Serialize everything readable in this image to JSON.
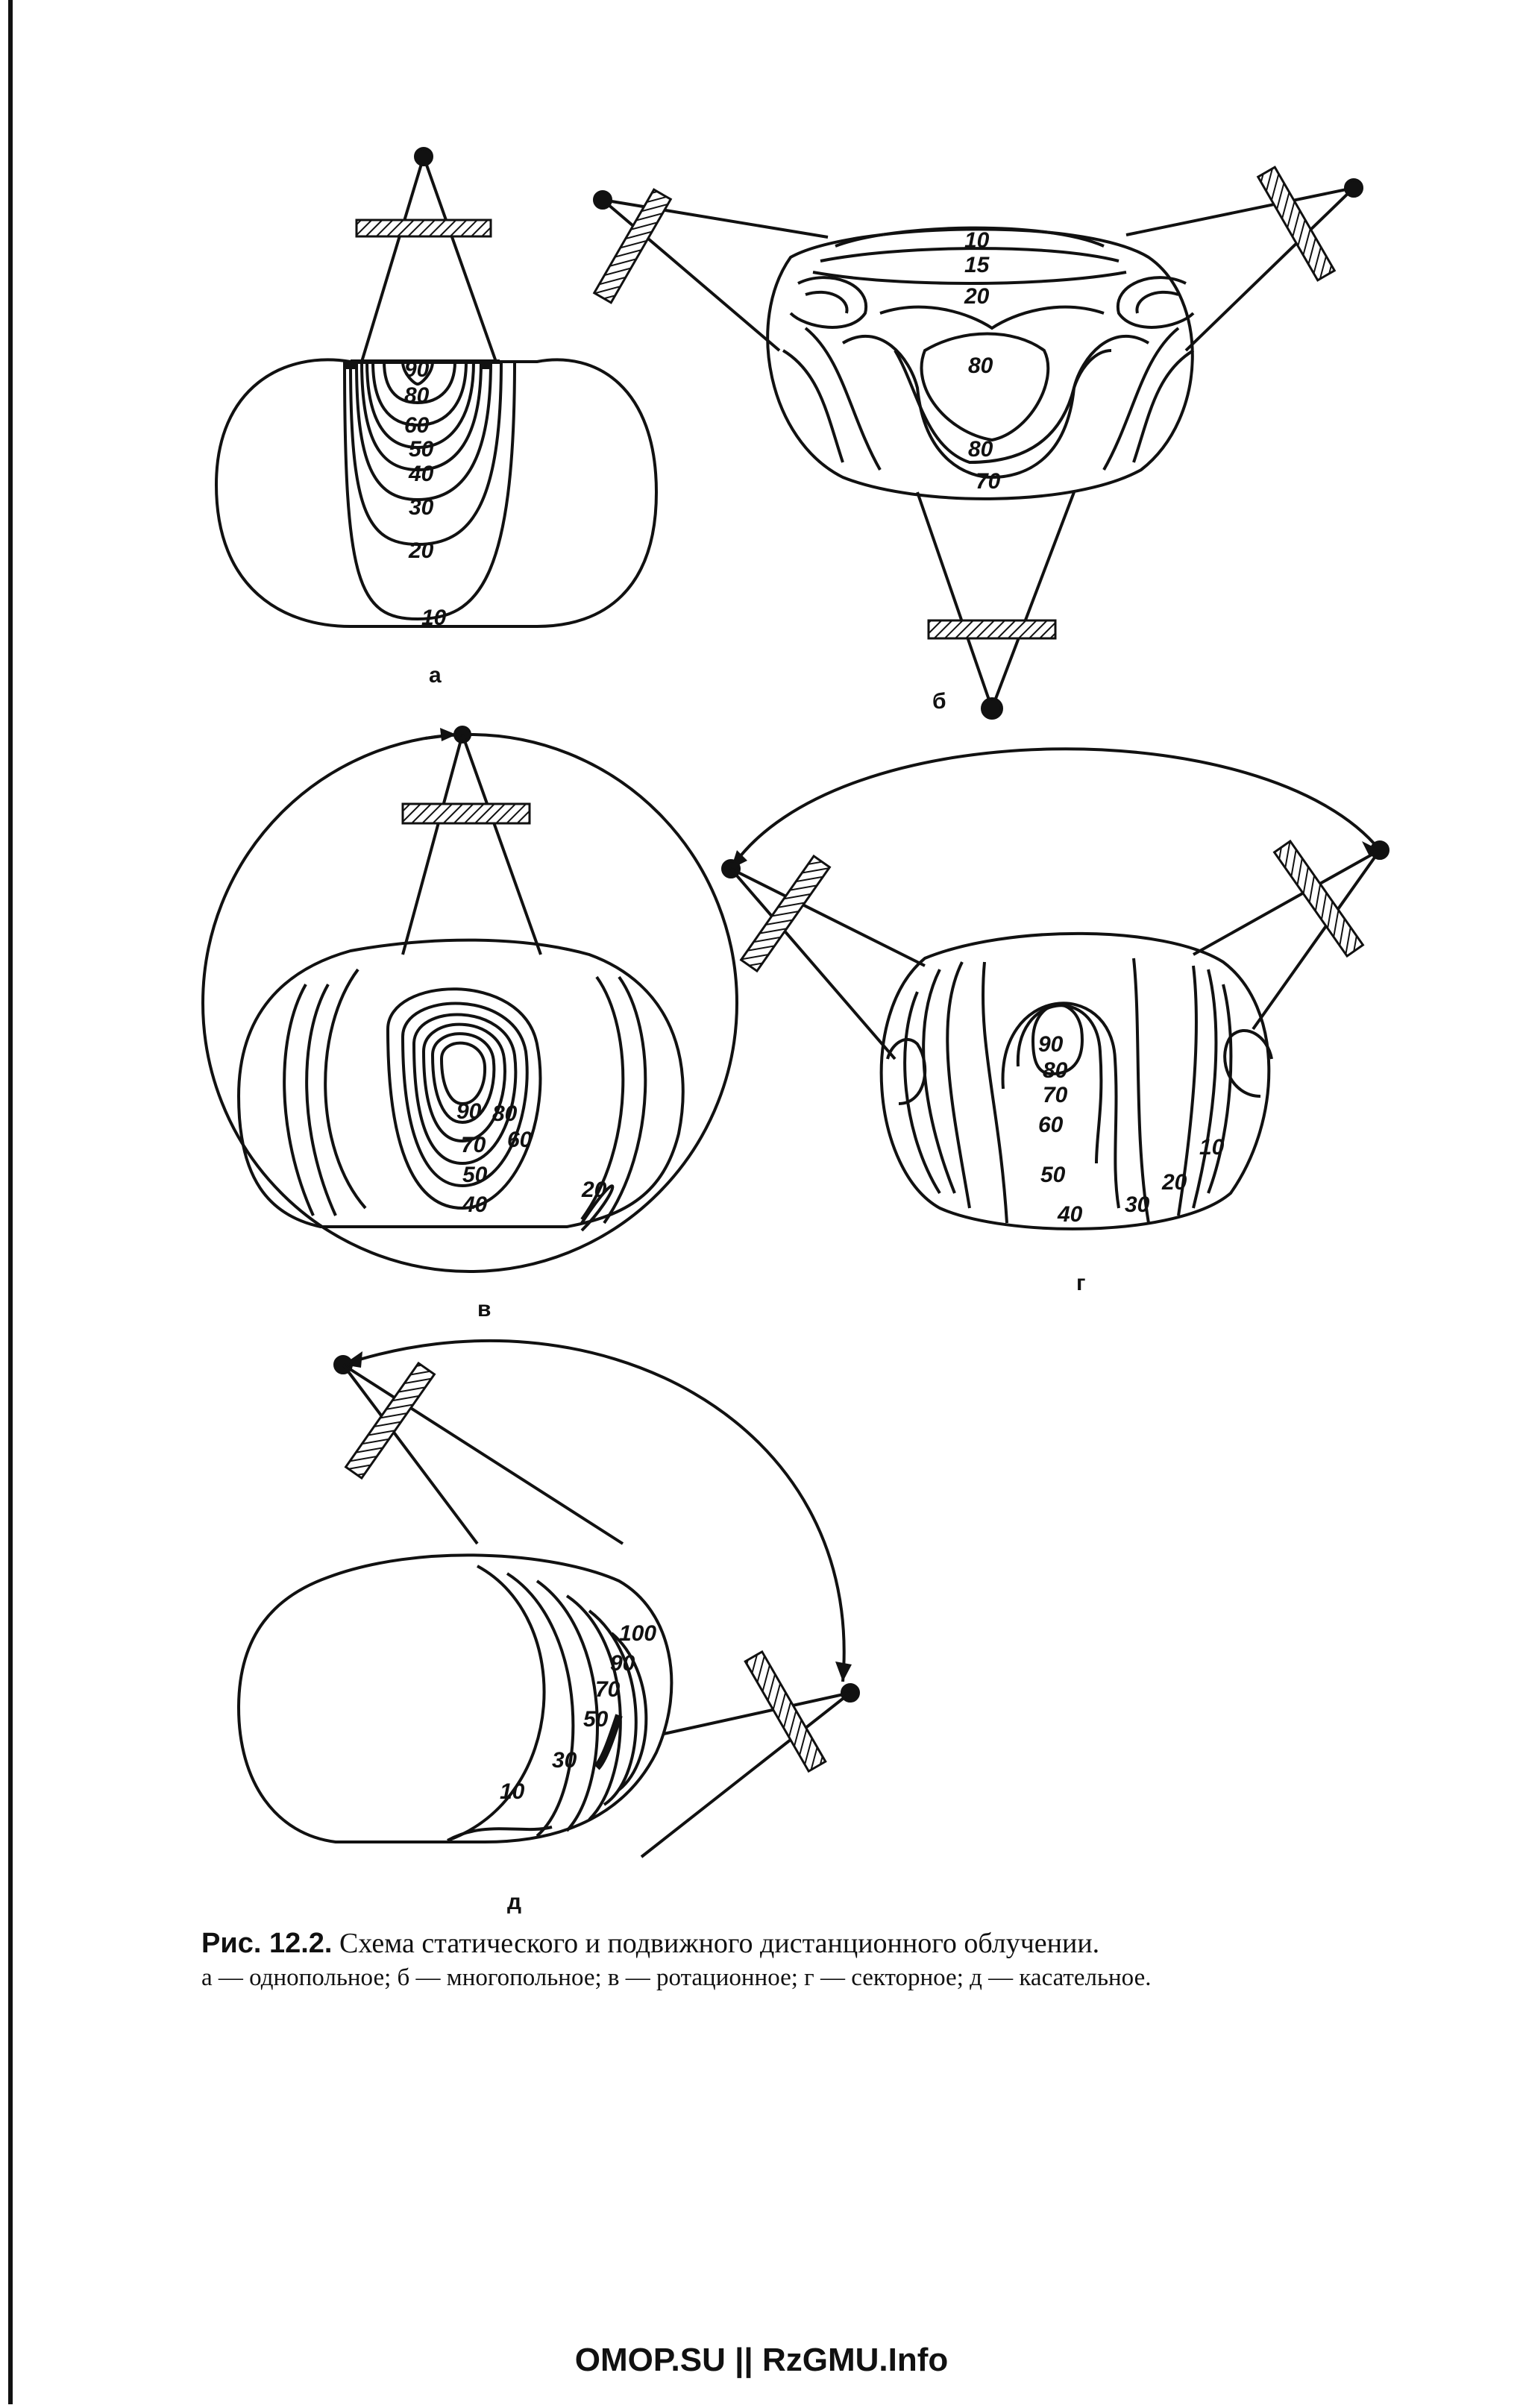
{
  "figure": {
    "panels": {
      "a": {
        "label": "а",
        "isodose_labels": [
          "90",
          "80",
          "60",
          "50",
          "40",
          "30",
          "20",
          "10"
        ]
      },
      "b": {
        "label": "б",
        "isodose_labels": [
          "10",
          "15",
          "20",
          "80",
          "80",
          "70"
        ]
      },
      "v": {
        "label": "в",
        "isodose_labels": [
          "90",
          "80",
          "60",
          "70",
          "50",
          "40",
          "20"
        ]
      },
      "g": {
        "label": "г",
        "isodose_labels": [
          "90",
          "80",
          "70",
          "60",
          "50",
          "40",
          "30",
          "20",
          "10"
        ]
      },
      "d": {
        "label": "д",
        "isodose_labels": [
          "100",
          "90",
          "70",
          "50",
          "30",
          "10"
        ]
      }
    }
  },
  "caption": {
    "prefix": "Рис. 12.2.",
    "title": "Схема статического и подвижного дистанционного облучении.",
    "legend": "а — однопольное; б — многопольное; в — ротационное; г — секторное; д — касательное."
  },
  "footer": "OMOP.SU || RzGMU.Info"
}
